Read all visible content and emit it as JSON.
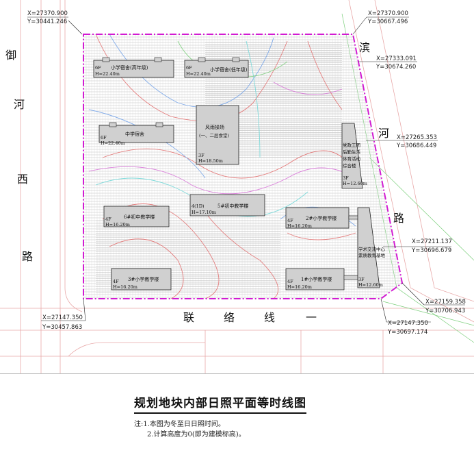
{
  "title": "规划地块内部日照平面等时线图",
  "notes": {
    "prefix": "注:",
    "lines": [
      "1.本图为冬至日日照时间。",
      "2.计算高度为0(即为建模标高)。"
    ]
  },
  "roads": {
    "west": [
      "御",
      "河",
      "西",
      "路"
    ],
    "east": [
      "滨",
      "河",
      "路"
    ],
    "south": [
      "联",
      "络",
      "线",
      "一"
    ]
  },
  "coordinates": [
    {
      "x": "X=27370.900",
      "y": "Y=30441.246"
    },
    {
      "x": "X=27370.900",
      "y": "Y=30667.496"
    },
    {
      "x": "X=27333.091",
      "y": "Y=30674.260"
    },
    {
      "x": "X=27265.353",
      "y": "Y=30686.449"
    },
    {
      "x": "X=27211.137",
      "y": "Y=30696.679"
    },
    {
      "x": "X=27159.358",
      "y": "Y=30706.943"
    },
    {
      "x": "X=27147.350",
      "y": "Y=30697.174"
    },
    {
      "x": "X=27147.350",
      "y": "Y=30457.863"
    }
  ],
  "buildings": [
    {
      "name": "小学宿舍(高年级)",
      "floors": "6F",
      "height": "H=22.40m"
    },
    {
      "name": "小学宿舍(低年级)",
      "floors": "6F",
      "height": "H=22.40m"
    },
    {
      "name": "中学宿舍",
      "floors": "6F",
      "height": "H=22.40m"
    },
    {
      "name": "风雨操场",
      "name2": "(一、二层食堂)",
      "floors": "3F",
      "height": "H=18.50m"
    },
    {
      "name": "党政工团",
      "name_lines": [
        "党政工团",
        "后勤生活",
        "体育活动",
        "综合楼"
      ],
      "floors": "3F",
      "height": "H=12.60m"
    },
    {
      "name": "6#初中教学楼",
      "floors": "4F",
      "height": "H=16.20m"
    },
    {
      "name": "5#初中教学楼",
      "floors": "4(1D)",
      "height": "H=17.10m"
    },
    {
      "name": "2#小学教学楼",
      "floors": "4F",
      "height": "H=16.20m"
    },
    {
      "name": "3#小学教学楼",
      "floors": "4F",
      "height": "H=16.20m"
    },
    {
      "name": "1#小学教学楼",
      "floors": "4F",
      "height": "H=16.20m"
    },
    {
      "name": "学术交流中心",
      "name_lines": [
        "学术交流中心",
        "素质教育基地"
      ],
      "floors": "3F",
      "height": "H=12.60m"
    }
  ]
}
